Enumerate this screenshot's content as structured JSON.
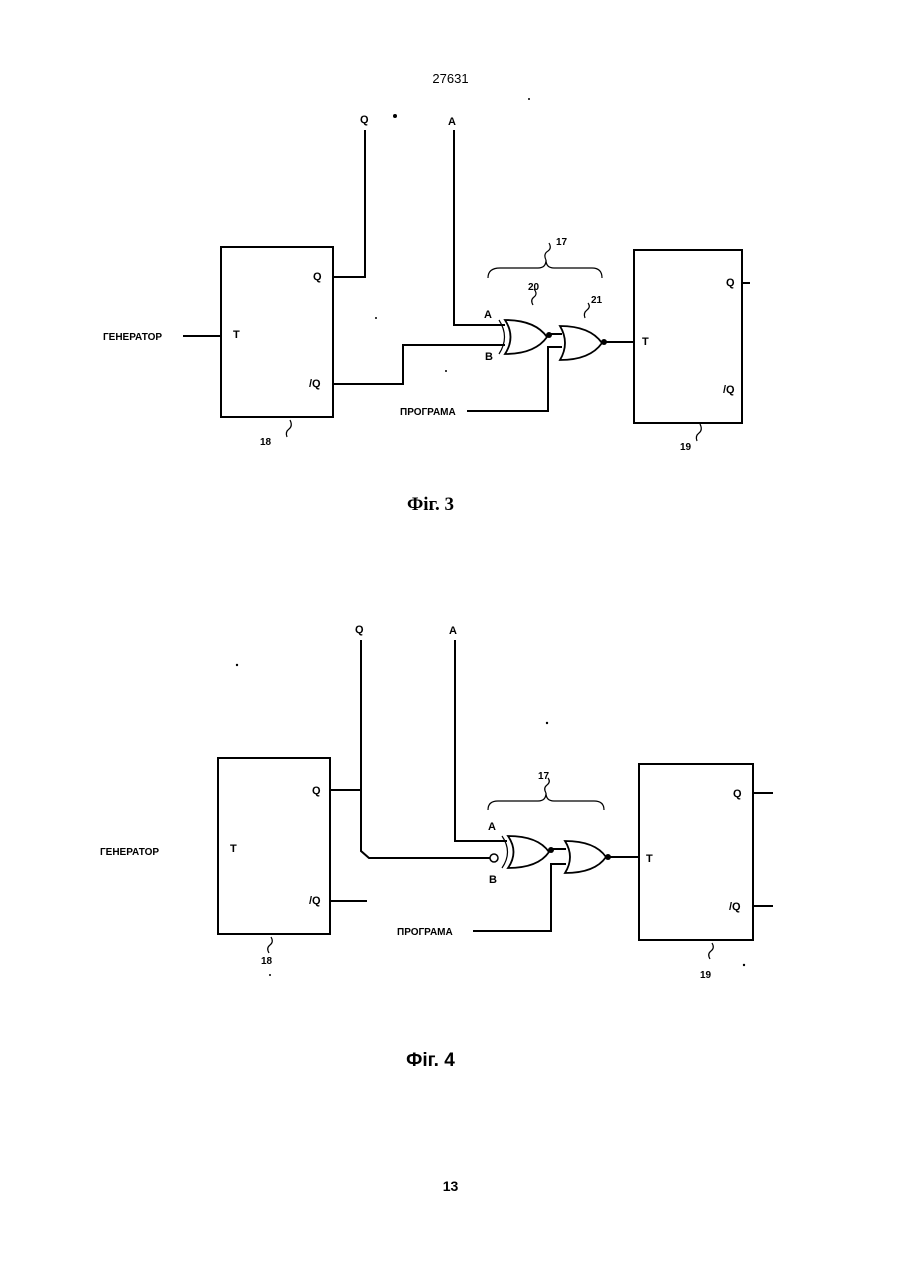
{
  "header": {
    "doc_number": "27631"
  },
  "footer": {
    "page_number": "13"
  },
  "figures": [
    {
      "caption": "Фіг. 3",
      "inputs": {
        "top_left": "Q",
        "top_right": "A",
        "clock": "ГЕНЕРАТОР",
        "program": "ПРОГРАМА"
      },
      "flipflop_left": {
        "ref": "18",
        "clock_pin": "T",
        "q_pin": "Q",
        "nq_pin": "/Q"
      },
      "flipflop_right": {
        "ref": "19",
        "clock_pin": "T",
        "q_pin": "Q",
        "nq_pin": "/Q"
      },
      "gate_block": {
        "ref": "17",
        "gate1_ref": "20",
        "gate2_ref": "21",
        "input_a": "A",
        "input_b": "B"
      }
    },
    {
      "caption": "Фіг. 4",
      "inputs": {
        "top_left": "Q",
        "top_right": "A",
        "clock": "ГЕНЕРАТОР",
        "program": "ПРОГРАМА"
      },
      "flipflop_left": {
        "ref": "18",
        "clock_pin": "T",
        "q_pin": "Q",
        "nq_pin": "/Q"
      },
      "flipflop_right": {
        "ref": "19",
        "clock_pin": "T",
        "q_pin": "Q",
        "nq_pin": "/Q"
      },
      "gate_block": {
        "ref": "17",
        "input_a": "A",
        "input_b": "B"
      }
    }
  ]
}
